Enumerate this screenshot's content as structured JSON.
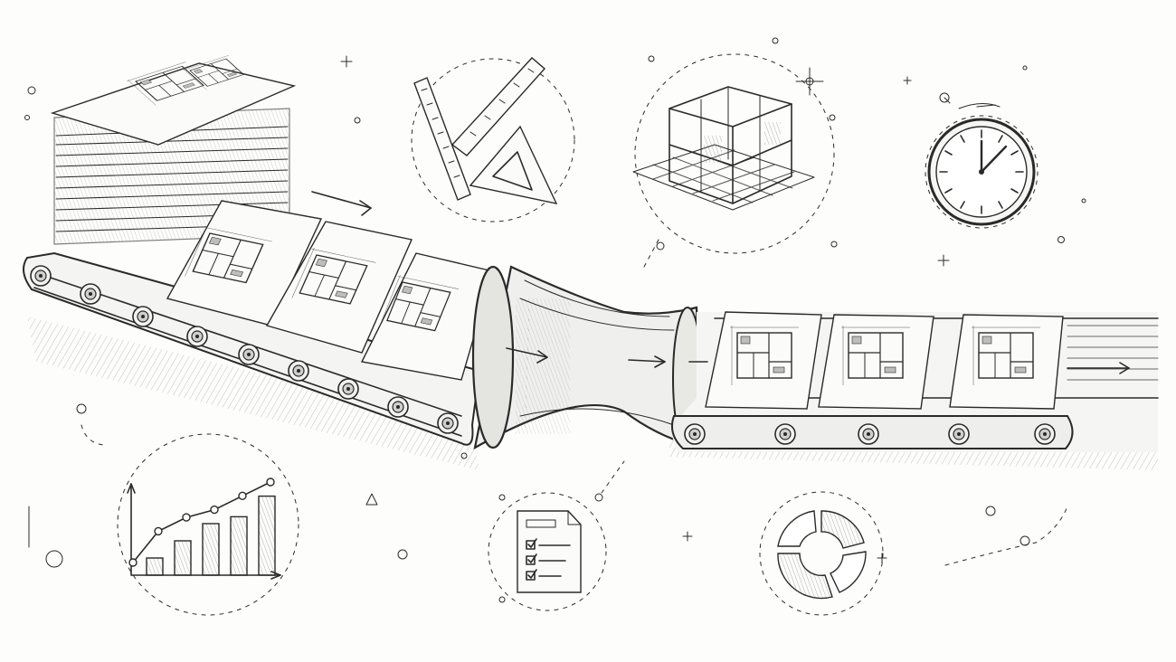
{
  "scene": {
    "style": "pencil sketch illustration",
    "ink_color": "#2a2a2a",
    "paper_color": "#fdfdfc"
  },
  "process": {
    "input_pages_on_belt": 3,
    "output_pages_on_belt": 3,
    "funnel_count": 1
  },
  "icons": [
    "document-stack-icon",
    "ruler-triangle-icon",
    "wireframe-cube-icon",
    "clock-icon",
    "bar-line-chart-icon",
    "checklist-document-icon",
    "donut-chart-icon"
  ],
  "chart_sketch": {
    "bars": [
      1,
      2,
      3,
      3.4,
      4.6
    ],
    "line": [
      1.8,
      2.7,
      3.2,
      4.1,
      5
    ]
  },
  "clock_time": {
    "hour": 1,
    "minute": 0
  },
  "checklist": {
    "checked_items": 3
  }
}
